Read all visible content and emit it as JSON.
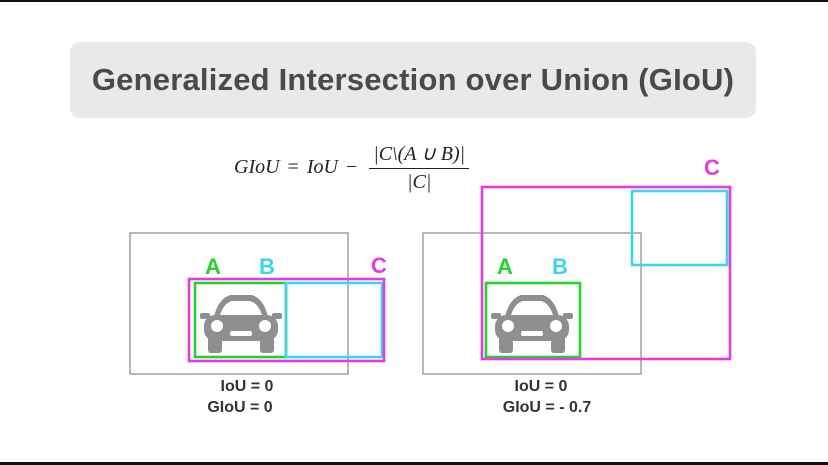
{
  "title": "Generalized Intersection over Union (GIoU)",
  "formula": {
    "lhs": "GIoU",
    "equals": "=",
    "term": "IoU",
    "minus": "−",
    "numerator": "|C\\(A ∪ B)|",
    "denominator": "|C|"
  },
  "colors": {
    "box_a": "#22d32a",
    "box_b": "#3ad7e6",
    "box_c": "#e23ce2",
    "image_frame": "#888888",
    "car": "#8f8f8f"
  },
  "examples": [
    {
      "labels": {
        "a": "A",
        "b": "B",
        "c": "C"
      },
      "iou": "IoU = 0",
      "giou": "GIoU = 0"
    },
    {
      "labels": {
        "a": "A",
        "b": "B",
        "c": "C"
      },
      "iou": "IoU = 0",
      "giou": "GIoU = - 0.7"
    }
  ]
}
